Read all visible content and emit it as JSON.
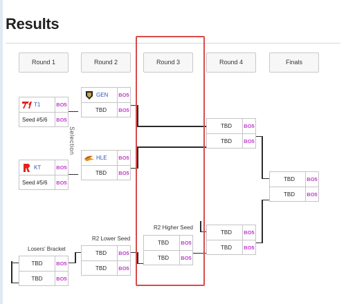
{
  "page": {
    "title": "Results"
  },
  "rounds": [
    "Round 1",
    "Round 2",
    "Round 3",
    "Round 4",
    "Finals"
  ],
  "labels": {
    "selection": "Selection",
    "losers_bracket": "Losers' Bracket",
    "r2_lower_seed": "R2 Lower Seed",
    "r2_higher_seed": "R2 Higher Seed"
  },
  "matches": {
    "r1_m1": {
      "top": "T1",
      "bottom": "Seed #5/6",
      "top_bo": "BO5",
      "bottom_bo": "BO5"
    },
    "r1_m2": {
      "top": "KT",
      "bottom": "Seed #5/6",
      "top_bo": "BO5",
      "bottom_bo": "BO5"
    },
    "r1_losers": {
      "top": "TBD",
      "bottom": "TBD",
      "top_bo": "BO5",
      "bottom_bo": "BO5"
    },
    "r2_m1": {
      "top": "GEN",
      "bottom": "TBD",
      "top_bo": "BO5",
      "bottom_bo": "BO5"
    },
    "r2_m2": {
      "top": "HLE",
      "bottom": "TBD",
      "top_bo": "BO5",
      "bottom_bo": "BO5"
    },
    "r2_m3": {
      "top": "TBD",
      "bottom": "TBD",
      "top_bo": "BO5",
      "bottom_bo": "BO5"
    },
    "r3_m1": {
      "top": "TBD",
      "bottom": "TBD",
      "top_bo": "BO5",
      "bottom_bo": "BO5"
    },
    "r4_m1": {
      "top": "TBD",
      "bottom": "TBD",
      "top_bo": "BO5",
      "bottom_bo": "BO5"
    },
    "r4_m2": {
      "top": "TBD",
      "bottom": "TBD",
      "top_bo": "BO5",
      "bottom_bo": "BO5"
    },
    "finals": {
      "top": "TBD",
      "bottom": "TBD",
      "top_bo": "BO5",
      "bottom_bo": "BO5"
    }
  },
  "colors": {
    "bo_text": "#c23ecf",
    "highlight_border": "#d94a4a",
    "team_link": "#2a5ab8",
    "t1_red": "#e2231a"
  },
  "icons": {
    "t1": "t1-logo-icon",
    "kt": "kt-logo-icon",
    "gen": "gen-logo-icon",
    "hle": "hle-logo-icon"
  }
}
